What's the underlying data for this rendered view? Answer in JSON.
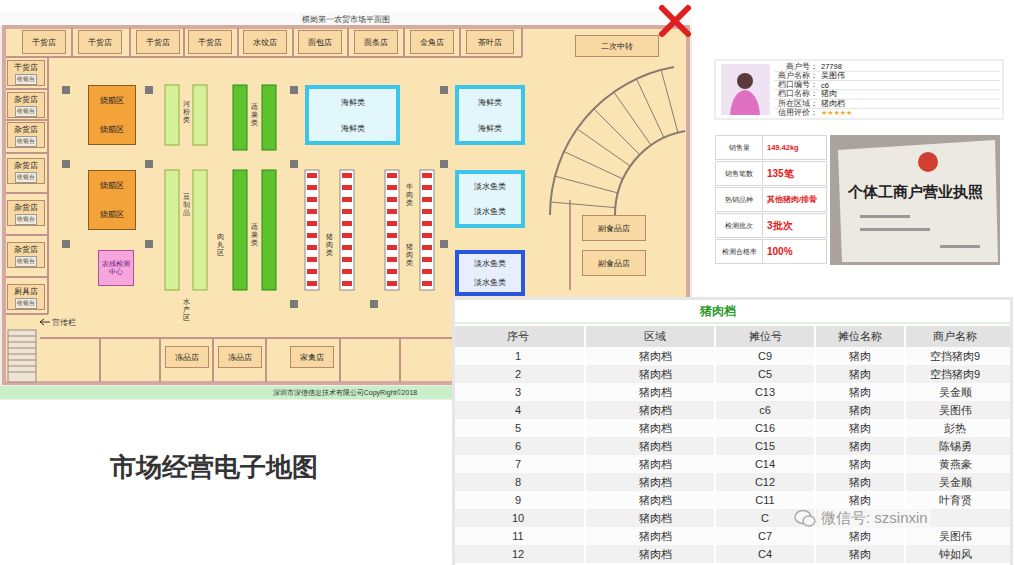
{
  "diagram": {
    "title": "市场经营电子地图",
    "nodes": [
      {
        "text": [
          "横岗第一农贸市场平面图"
        ]
      },
      {
        "text": [
          "干货店"
        ],
        "in": 0
      },
      {
        "text": [
          "干货店"
        ],
        "in": 0
      },
      {
        "text": [
          "干货店"
        ],
        "in": 0
      },
      {
        "text": [
          "干货店"
        ],
        "in": 0
      },
      {
        "text": [
          "水饺店"
        ],
        "in": 0
      },
      {
        "text": [
          "面包店"
        ],
        "in": 0
      },
      {
        "text": [
          "面条店"
        ],
        "in": 0
      },
      {
        "text": [
          "金角店"
        ],
        "in": 0
      },
      {
        "text": [
          "茶叶店"
        ],
        "in": 0
      },
      {
        "text": [
          "二次中转"
        ],
        "in": 0
      },
      {
        "text": [
          "干货店",
          "收银台"
        ],
        "in": 0
      },
      {
        "text": [
          "杂货店",
          "收银台"
        ],
        "in": 0
      },
      {
        "text": [
          "杂货店",
          "收银台"
        ],
        "in": 0
      },
      {
        "text": [
          "杂货店",
          "收银台"
        ],
        "in": 0
      },
      {
        "text": [
          "杂货店",
          "收银台"
        ],
        "in": 0
      },
      {
        "text": [
          "杂货店",
          "收银台"
        ],
        "in": 0
      },
      {
        "text": [
          "厨具店",
          "收银台"
        ],
        "in": 0
      },
      {
        "text": [
          "烧腊区",
          "烧腊区"
        ],
        "in": 0
      },
      {
        "text": [
          "烧腊区",
          "烧腊区"
        ],
        "in": 0
      },
      {
        "text": [
          "农残检测中心"
        ],
        "in": 0
      },
      {
        "text": [
          "海鲜类",
          "海鲜类"
        ],
        "in": 0
      },
      {
        "text": [
          "海鲜类",
          "海鲜类"
        ],
        "in": 0
      },
      {
        "text": [
          "淡水鱼类",
          "淡水鱼类"
        ],
        "in": 0
      },
      {
        "text": [
          "淡水鱼类",
          "淡水鱼类"
        ],
        "in": 0
      },
      {
        "text": [
          "副食品店"
        ],
        "in": 0
      },
      {
        "text": [
          "副食品店"
        ],
        "in": 0
      },
      {
        "text": [
          "冻品店"
        ],
        "in": 0
      },
      {
        "text": [
          "冻品店"
        ],
        "in": 0
      },
      {
        "text": [
          "家禽店"
        ],
        "in": 0
      },
      {
        "text": [
          "销售量",
          "149.42kg"
        ]
      },
      {
        "text": [
          "销售笔数",
          "135笔"
        ]
      },
      {
        "text": [
          "热销品种",
          "其他猪肉/排骨"
        ]
      },
      {
        "text": [
          "检测批次",
          "3批次"
        ]
      },
      {
        "text": [
          "检测合格率",
          "100%"
        ]
      }
    ],
    "labels": [
      "宣传栏",
      "河粉类",
      "豆制品",
      "肉丸区",
      "水产区",
      "蔬菜类",
      "蔬菜类",
      "牛肉类",
      "猪肉类",
      "猪肉类",
      "深圳市深信信息技术有限公司CopyRight©2018",
      "商户号：",
      "27798",
      "商户名称：",
      "吴图伟",
      "档口编号：",
      "c6",
      "档口名称：",
      "猪肉",
      "所在区域：",
      "猪肉档",
      "信用评价：",
      "★★★★★",
      "个体工商户营业执照",
      "猪肉档",
      "序号",
      "区域",
      "摊位号",
      "摊位名称",
      "商户名称",
      "1",
      "猪肉档",
      "C9",
      "猪肉",
      "空挡猪肉9",
      "2",
      "猪肉档",
      "C5",
      "猪肉",
      "空挡猪肉9",
      "3",
      "猪肉档",
      "C13",
      "猪肉",
      "吴金顺",
      "4",
      "猪肉档",
      "c6",
      "猪肉",
      "吴图伟",
      "5",
      "猪肉档",
      "C16",
      "猪肉",
      "彭热",
      "6",
      "猪肉档",
      "C15",
      "猪肉",
      "陈锡勇",
      "7",
      "猪肉档",
      "C14",
      "猪肉",
      "黄燕豪",
      "8",
      "猪肉档",
      "C12",
      "猪肉",
      "吴金顺",
      "9",
      "猪肉档",
      "C11",
      "猪肉",
      "叶育贤",
      "10",
      "猪肉档",
      "C",
      "11",
      "猪肉档",
      "C7",
      "猪肉",
      "吴图伟",
      "12",
      "猪肉档",
      "C4",
      "猪肉",
      "钟如风",
      "微信号: szsinxin"
    ]
  }
}
